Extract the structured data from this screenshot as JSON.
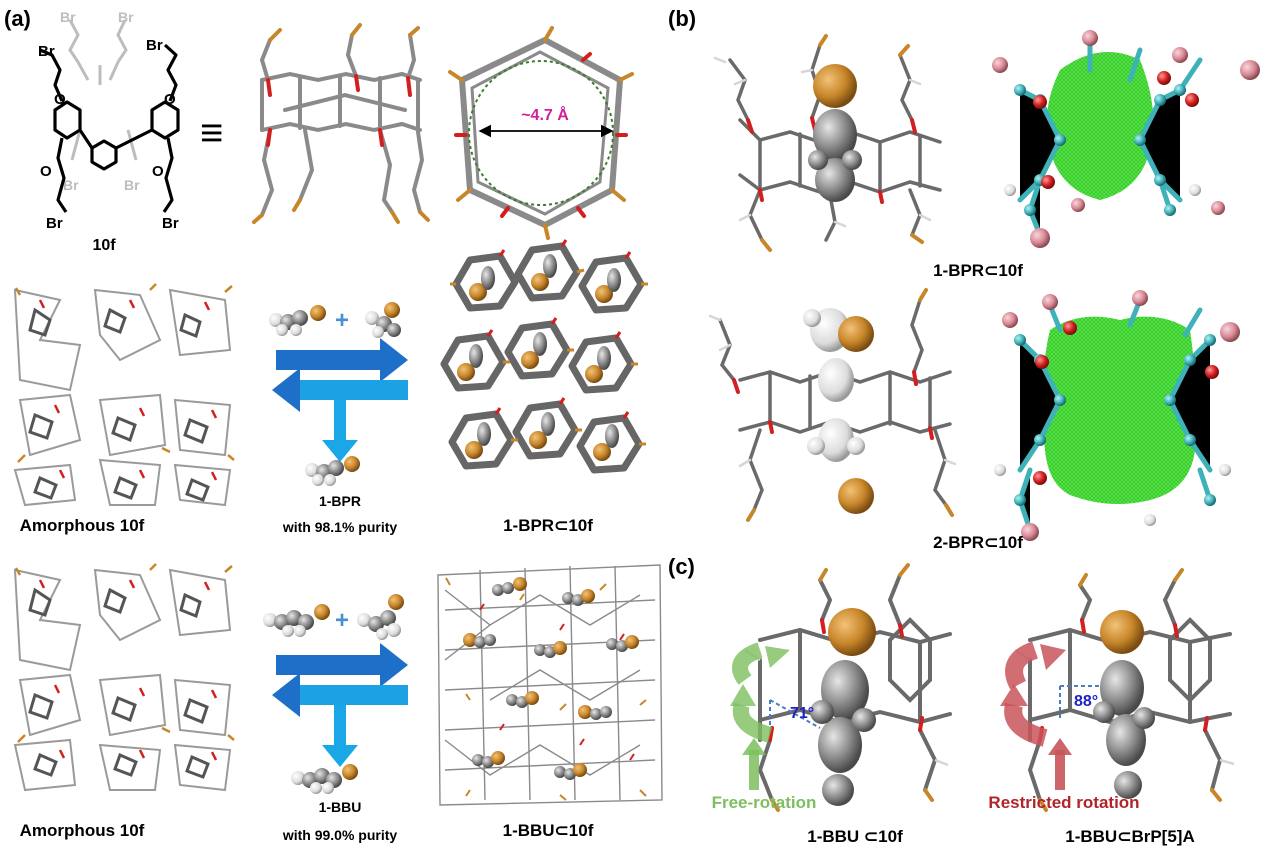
{
  "panels": {
    "a": "(a)",
    "b": "(b)",
    "c": "(c)"
  },
  "panel_a": {
    "compound_label": "10f",
    "br_label": "Br",
    "o_label": "O",
    "equiv_symbol": "≡",
    "cavity_size": "~4.7 Å",
    "row1": {
      "left_label": "Amorphous 10f",
      "product_name": "1-BPR",
      "product_purity": "with 98.1% purity",
      "complex_label": "1-BPR⊂10f"
    },
    "row2": {
      "left_label": "Amorphous 10f",
      "product_name": "1-BBU",
      "product_purity": "with 99.0% purity",
      "complex_label": "1-BBU⊂10f"
    },
    "plus_symbol": "+"
  },
  "panel_b": {
    "label_top": "1-BPR⊂10f",
    "label_bottom": "2-BPR⊂10f"
  },
  "panel_c": {
    "left_angle": "71°",
    "right_angle": "88°",
    "left_caption": "Free-rotation",
    "right_caption": "Restricted rotation",
    "left_label": "1-BBU ⊂10f",
    "right_label": "1-BBU⊂BrP[5]A"
  },
  "colors": {
    "bromine": "#c8862a",
    "oxygen": "#d21f1f",
    "carbon": "#7f7f7f",
    "arrow_dark": "#1e6fc8",
    "arrow_light": "#1aa7e8",
    "ring_circle": "#3a7d2c",
    "cavity_text": "#d0209a",
    "angle_text": "#1c22c8",
    "free_rotation": "#7dbf5e",
    "restricted_rotation": "#b0242a",
    "teal_atom": "#3eb2b8",
    "pink_atom": "#d98a96",
    "rdg_surface": "#3ee82a"
  }
}
